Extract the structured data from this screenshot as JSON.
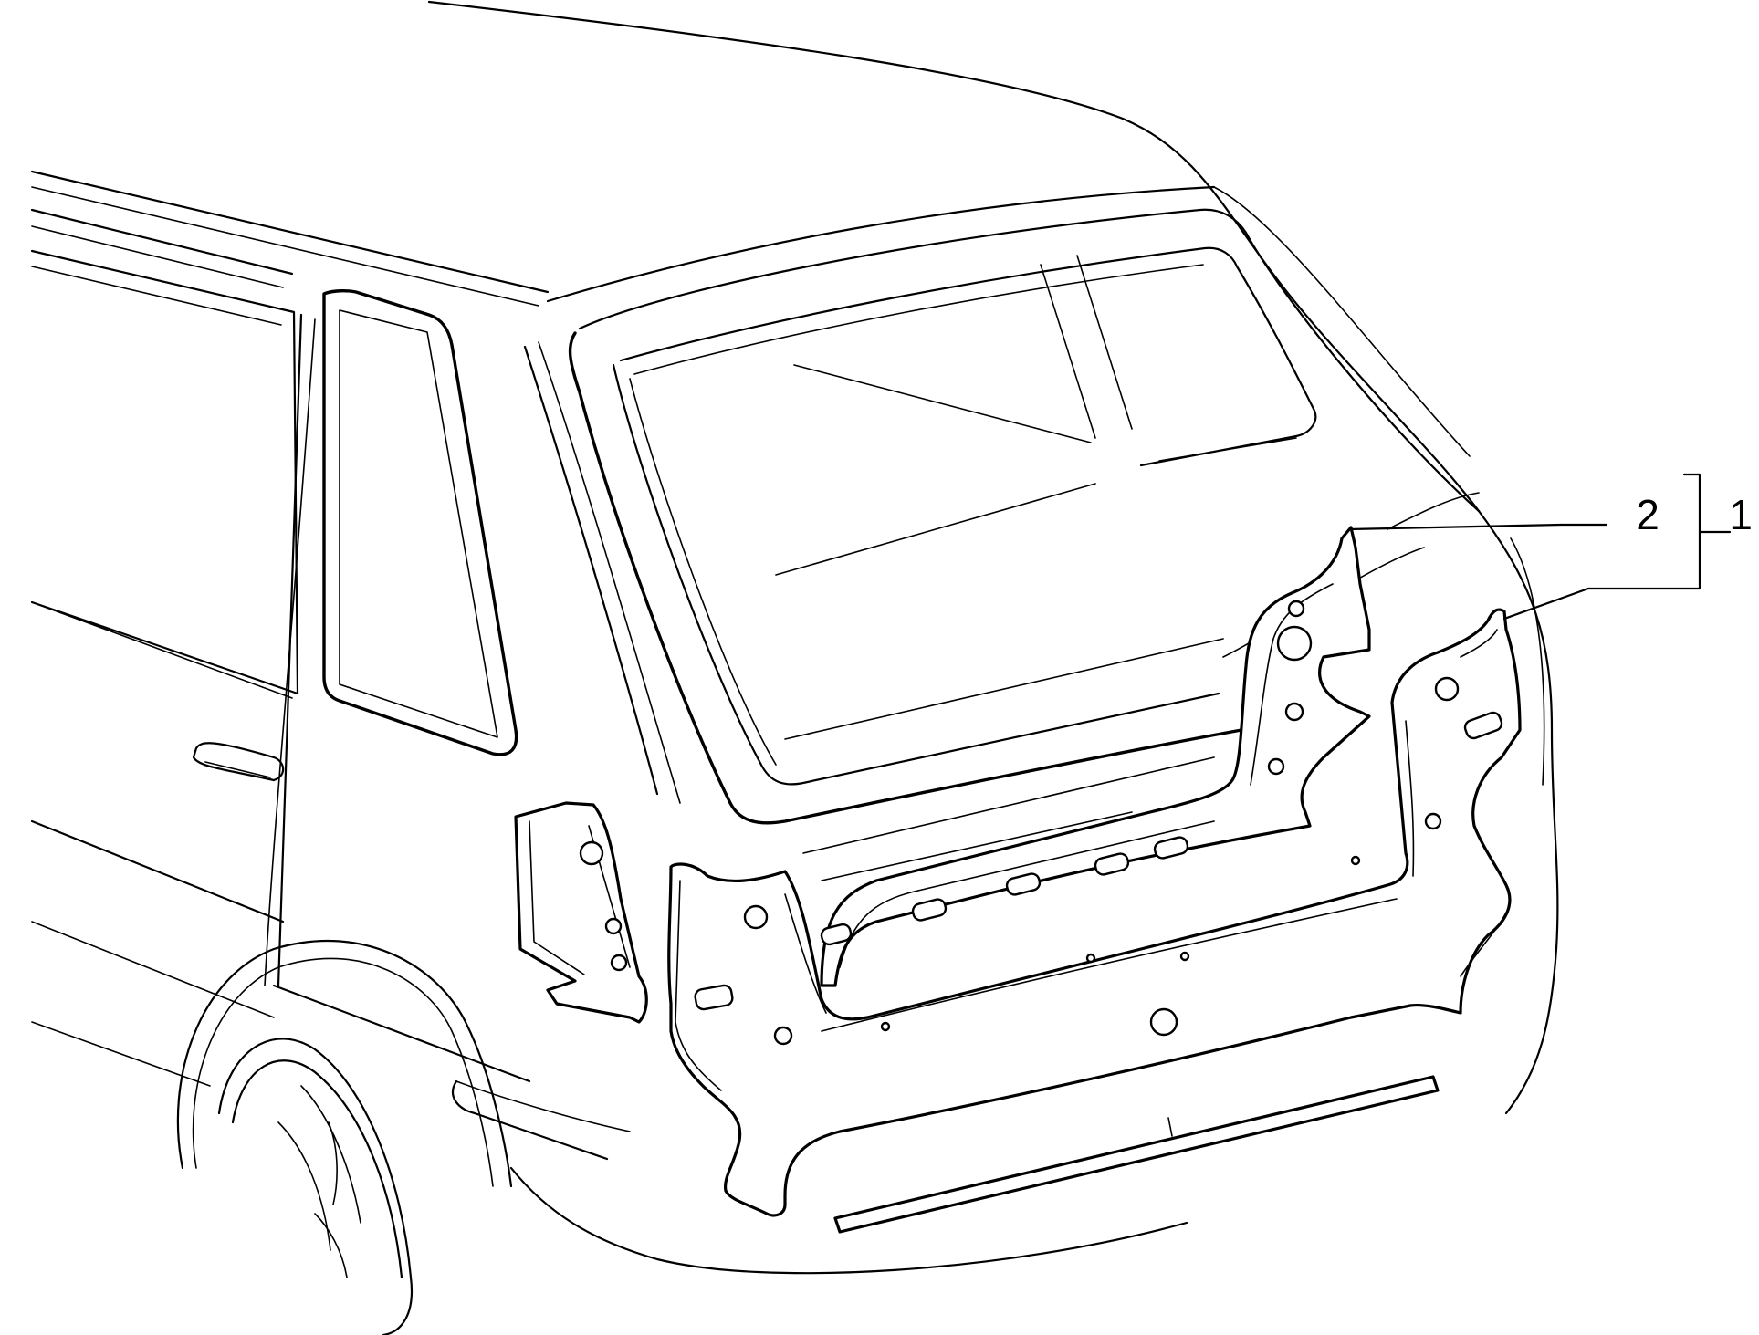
{
  "diagram": {
    "callouts": [
      {
        "id": "callout-1",
        "text": "1"
      },
      {
        "id": "callout-2",
        "text": "2"
      }
    ]
  }
}
